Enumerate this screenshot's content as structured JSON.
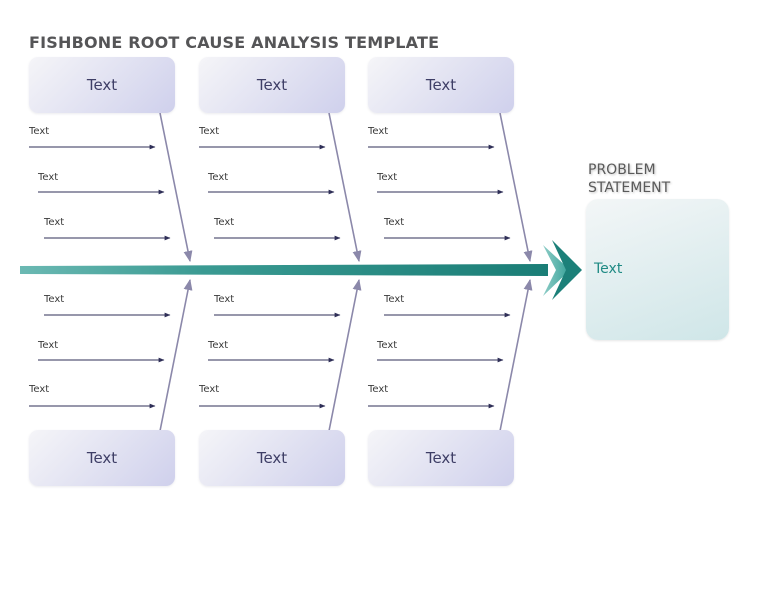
{
  "title": "FISHBONE ROOT CAUSE ANALYSIS TEMPLATE",
  "problem": {
    "heading_line1": "PROBLEM",
    "heading_line2": "STATEMENT",
    "text": "Text"
  },
  "categories": {
    "top": [
      {
        "label": "Text",
        "causes": [
          "Text",
          "Text",
          "Text"
        ]
      },
      {
        "label": "Text",
        "causes": [
          "Text",
          "Text",
          "Text"
        ]
      },
      {
        "label": "Text",
        "causes": [
          "Text",
          "Text",
          "Text"
        ]
      }
    ],
    "bottom": [
      {
        "label": "Text",
        "causes": [
          "Text",
          "Text",
          "Text"
        ]
      },
      {
        "label": "Text",
        "causes": [
          "Text",
          "Text",
          "Text"
        ]
      },
      {
        "label": "Text",
        "causes": [
          "Text",
          "Text",
          "Text"
        ]
      }
    ]
  },
  "colors": {
    "spine": "#1c8079",
    "bone": "#8b88aa",
    "cause_arrow": "#2f2f57",
    "category_text": "#3e3e66",
    "problem_text": "#1f8a84"
  }
}
